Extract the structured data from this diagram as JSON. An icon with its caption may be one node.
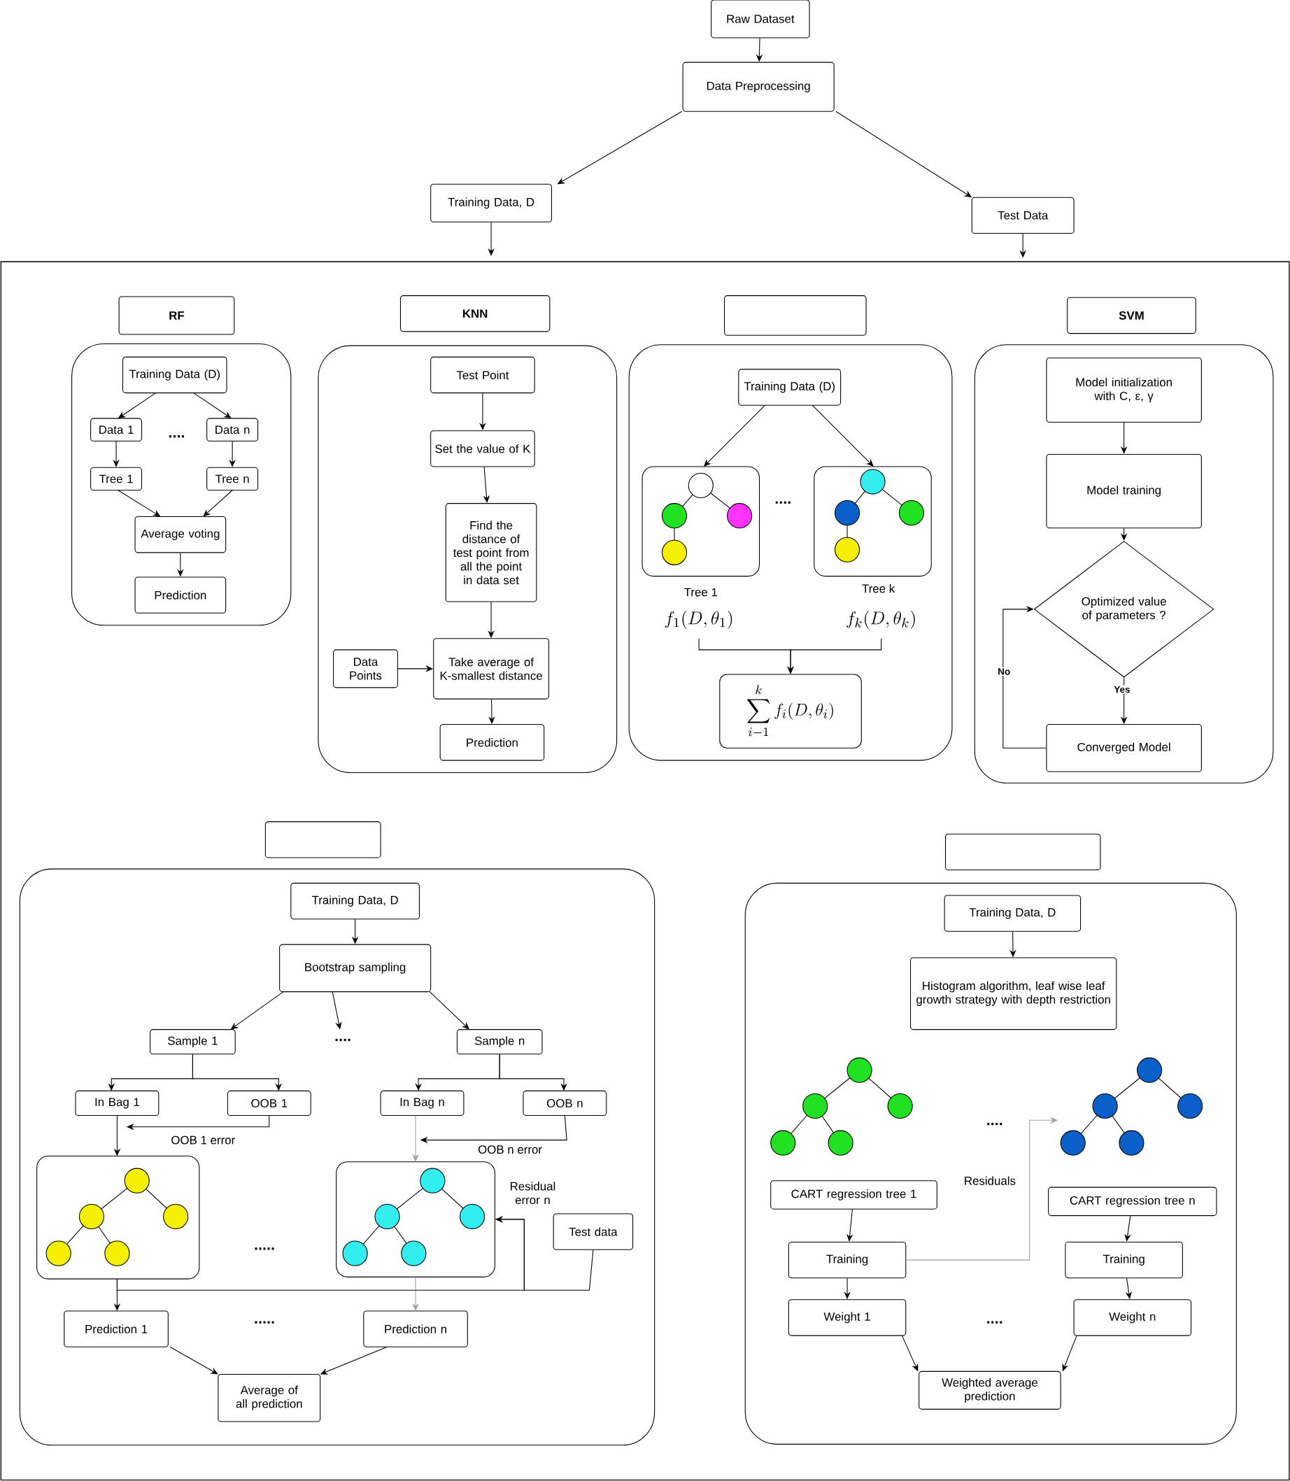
{
  "diagram": {
    "nodes": [
      {
        "text": [
          "Raw Dataset"
        ]
      },
      {
        "text": [
          "Data Preprocessing"
        ]
      },
      {
        "text": [
          "Training Data, D"
        ]
      },
      {
        "text": [
          "Test Data"
        ]
      },
      {
        "text": [],
        "shape": "box"
      },
      {
        "text": [
          "RF"
        ],
        "in": 4
      },
      {
        "text": [],
        "shape": "box",
        "in": 4
      },
      {
        "text": [
          "Training Data (D)"
        ],
        "in": 6
      },
      {
        "text": [
          "Data 1"
        ],
        "in": 6
      },
      {
        "text": [
          "Data n"
        ],
        "in": 6
      },
      {
        "text": [
          "Tree 1"
        ],
        "in": 6
      },
      {
        "text": [
          "Tree n"
        ],
        "in": 6
      },
      {
        "text": [
          "Average voting"
        ],
        "in": 6
      },
      {
        "text": [
          "Prediction"
        ],
        "in": 6
      },
      {
        "text": [
          "KNN"
        ],
        "in": 4
      },
      {
        "text": [],
        "shape": "box",
        "in": 4
      },
      {
        "text": [
          "Test Point"
        ],
        "in": 15
      },
      {
        "text": [
          "Set the value of K"
        ],
        "in": 15
      },
      {
        "text": [
          "Find the distance of test point from all the point in data set"
        ],
        "in": 15
      },
      {
        "text": [
          "Take average of K-smallest distance"
        ],
        "in": 15
      },
      {
        "text": [
          "Data Points"
        ],
        "in": 15
      },
      {
        "text": [
          "Prediction"
        ],
        "in": 15
      },
      {
        "text": [],
        "shape": "box",
        "in": 4
      },
      {
        "text": [],
        "shape": "box",
        "in": 4
      },
      {
        "text": [
          "Training Data (D)"
        ],
        "in": 23
      },
      {
        "text": [],
        "shape": "box",
        "in": 23,
        "beside": [
          "Tree 1",
          "f_1(D,\\theta_1)"
        ]
      },
      {
        "text": [],
        "shape": "box",
        "in": 23,
        "beside": [
          "Tree k",
          "f_k(D,\\theta_k)"
        ]
      },
      {
        "text": [
          "\\sum_{i-1}^{k} f_i(D,\\theta_i)"
        ],
        "in": 23
      },
      {
        "text": [
          "SVM"
        ],
        "in": 4
      },
      {
        "text": [],
        "shape": "box",
        "in": 4
      },
      {
        "text": [
          "Model initialization with C, ε, γ"
        ],
        "in": 29
      },
      {
        "text": [
          "Model training"
        ],
        "in": 29
      },
      {
        "text": [
          "Optimized value of parameters ?"
        ],
        "in": 29
      },
      {
        "text": [
          "Converged Model"
        ],
        "in": 29
      },
      {
        "text": [],
        "shape": "box",
        "in": 4
      },
      {
        "text": [],
        "shape": "box",
        "in": 4
      },
      {
        "text": [
          "Training Data, D"
        ],
        "in": 35
      },
      {
        "text": [
          "Bootstrap sampling"
        ],
        "in": 35
      },
      {
        "text": [
          "Sample 1"
        ],
        "in": 35
      },
      {
        "text": [
          "Sample n"
        ],
        "in": 35
      },
      {
        "text": [
          "In Bag 1"
        ],
        "in": 35
      },
      {
        "text": [
          "OOB 1"
        ],
        "in": 35
      },
      {
        "text": [
          "In Bag n"
        ],
        "in": 35
      },
      {
        "text": [
          "OOB n"
        ],
        "in": 35
      },
      {
        "text": [],
        "shape": "box",
        "in": 35
      },
      {
        "text": [],
        "shape": "box",
        "in": 35
      },
      {
        "text": [
          "Test data"
        ],
        "in": 35
      },
      {
        "text": [
          "Prediction 1"
        ],
        "in": 35
      },
      {
        "text": [
          "Prediction n"
        ],
        "in": 35
      },
      {
        "text": [
          "Average of all prediction"
        ],
        "in": 35
      },
      {
        "text": [],
        "shape": "box",
        "in": 4
      },
      {
        "text": [],
        "shape": "box",
        "in": 4
      },
      {
        "text": [
          "Training Data, D"
        ],
        "in": 51
      },
      {
        "text": [
          "Histogram algorithm, leaf wise leaf growth strategy with depth restriction"
        ],
        "in": 51
      },
      {
        "text": [],
        "shape": "picture",
        "in": 51
      },
      {
        "text": [],
        "shape": "picture",
        "in": 51
      },
      {
        "text": [
          "CART regression tree 1"
        ],
        "in": 51
      },
      {
        "text": [
          "CART regression tree n"
        ],
        "in": 51
      },
      {
        "text": [
          "Training"
        ],
        "in": 51
      },
      {
        "text": [
          "Training"
        ],
        "in": 51
      },
      {
        "text": [
          "Weight 1"
        ],
        "in": 51
      },
      {
        "text": [
          "Weight n"
        ],
        "in": 51
      },
      {
        "text": [
          "Weighted average prediction"
        ],
        "in": 51
      },
      {
        "text": [
          "...."
        ],
        "in": 35
      }
    ],
    "edges": [
      {
        "from": 0,
        "to": 1,
        "arrow": "to"
      },
      {
        "from": 1,
        "to": 2,
        "arrow": "to"
      },
      {
        "from": 1,
        "to": 3,
        "arrow": "to"
      },
      {
        "from": 2,
        "to": 4,
        "arrow": "to"
      },
      {
        "from": 3,
        "to": 4,
        "arrow": "to"
      },
      {
        "from": 7,
        "to": 8,
        "arrow": "to"
      },
      {
        "from": 7,
        "to": 9,
        "arrow": "to"
      },
      {
        "from": 8,
        "to": 10,
        "arrow": "to"
      },
      {
        "from": 9,
        "to": 11,
        "arrow": "to"
      },
      {
        "from": 10,
        "to": 12,
        "arrow": "to"
      },
      {
        "from": 11,
        "to": 12,
        "arrow": "to"
      },
      {
        "from": 12,
        "to": 13,
        "arrow": "to"
      },
      {
        "from": 16,
        "to": 17,
        "arrow": "to"
      },
      {
        "from": 17,
        "to": 18,
        "arrow": "to"
      },
      {
        "from": 18,
        "to": 19,
        "arrow": "to"
      },
      {
        "from": 20,
        "to": 19,
        "arrow": "to"
      },
      {
        "from": 19,
        "to": 21,
        "arrow": "to"
      },
      {
        "from": 24,
        "to": 25,
        "arrow": "to"
      },
      {
        "from": 24,
        "to": 26,
        "arrow": "to"
      },
      {
        "from": 25,
        "to": 27,
        "arrow": "to"
      },
      {
        "from": 26,
        "to": 27,
        "arrow": "to"
      },
      {
        "from": 30,
        "to": 31,
        "arrow": "to"
      },
      {
        "from": 31,
        "to": 32,
        "arrow": "to"
      },
      {
        "from": 32,
        "to": 33,
        "arrow": "to",
        "label": "Yes"
      },
      {
        "from": 33,
        "to": 32,
        "arrow": "to",
        "label": "No"
      },
      {
        "from": 36,
        "to": 37,
        "arrow": "to"
      },
      {
        "from": 37,
        "to": 38,
        "arrow": "to"
      },
      {
        "from": 37,
        "to": 39,
        "arrow": "to"
      },
      {
        "from": 37,
        "to": 63,
        "arrow": "to"
      },
      {
        "from": 38,
        "to": 40,
        "arrow": "to"
      },
      {
        "from": 38,
        "to": 41,
        "arrow": "to"
      },
      {
        "from": 39,
        "to": 42,
        "arrow": "to"
      },
      {
        "from": 39,
        "to": 43,
        "arrow": "to"
      },
      {
        "from": 41,
        "to": 40,
        "arrow": "to",
        "label": "OOB 1 error"
      },
      {
        "from": 43,
        "to": 42,
        "arrow": "to",
        "label": "OOB n error"
      },
      {
        "from": 40,
        "to": 44,
        "arrow": "to"
      },
      {
        "from": 42,
        "to": 45,
        "arrow": "to",
        "color": "#9e9e9e"
      },
      {
        "from": 44,
        "to": 47,
        "arrow": "to"
      },
      {
        "from": 45,
        "to": 48,
        "arrow": "to",
        "color": "#9e9e9e"
      },
      {
        "from": 44,
        "to": 45,
        "arrow": "to",
        "label": "Residual error n"
      },
      {
        "from": 46,
        "to": 45,
        "arrow": "to"
      },
      {
        "from": 47,
        "to": 49,
        "arrow": "to"
      },
      {
        "from": 48,
        "to": 49,
        "arrow": "to"
      },
      {
        "from": 52,
        "to": 53,
        "arrow": "to"
      },
      {
        "from": 56,
        "to": 58,
        "arrow": "to"
      },
      {
        "from": 58,
        "to": 60,
        "arrow": "to"
      },
      {
        "from": 58,
        "to": 55,
        "arrow": "to",
        "label": "Residuals",
        "color": "#9e9e9e"
      },
      {
        "from": 57,
        "to": 59,
        "arrow": "to"
      },
      {
        "from": 59,
        "to": 61,
        "arrow": "to"
      },
      {
        "from": 60,
        "to": 62,
        "arrow": "to"
      },
      {
        "from": 61,
        "to": 62,
        "arrow": "to"
      }
    ],
    "labels": [
      "....",
      "....",
      ".....",
      ".....",
      "....",
      "...."
    ]
  }
}
